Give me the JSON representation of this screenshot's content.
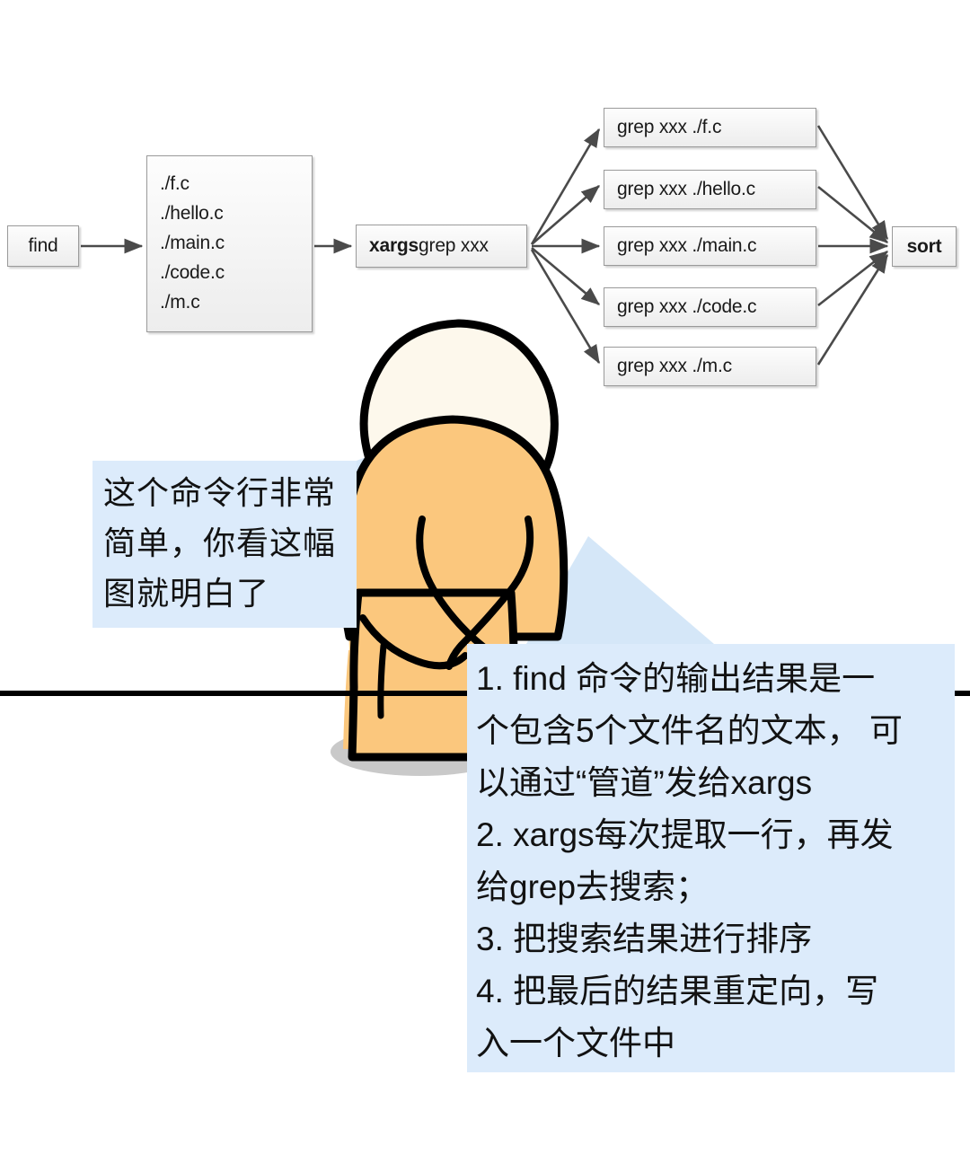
{
  "diagram": {
    "start_node": {
      "label": "find"
    },
    "file_list_node": {
      "lines": [
        "./f.c",
        "./hello.c",
        "./main.c",
        "./code.c",
        "./m.c"
      ]
    },
    "xargs_node": {
      "bold_part": "xargs",
      "rest": " grep xxx"
    },
    "grep_nodes": [
      {
        "label": "grep xxx ./f.c"
      },
      {
        "label": "grep xxx ./hello.c"
      },
      {
        "label": "grep xxx  ./main.c"
      },
      {
        "label": "grep xxx  ./code.c"
      },
      {
        "label": "grep xxx  ./m.c"
      }
    ],
    "sort_node": {
      "label": "sort"
    }
  },
  "speech_bubble_left": {
    "lines": [
      "这个命令行非常",
      "简单，你看这幅",
      "图就明白了"
    ]
  },
  "speech_bubble_main": {
    "lines": [
      "1.  find  命令的输出结果是一",
      "个包含5个文件名的文本， 可",
      "以通过“管道”发给xargs",
      "2.  xargs每次提取一行，再发",
      "给grep去搜索；",
      "3. 把搜索结果进行排序",
      "4.  把最后的结果重定向，写",
      "入一个文件中"
    ]
  },
  "colors": {
    "robe": "#FBC77D",
    "head": "#FDF8EC",
    "ear": "#BDBDBD",
    "bubble_bg": "#DCEBFB",
    "bubble_tail": "#D3E6F7",
    "outline": "#000000",
    "shadow": "#C9C9C9",
    "box_border": "#9A9A9A",
    "arrow": "#444444"
  }
}
